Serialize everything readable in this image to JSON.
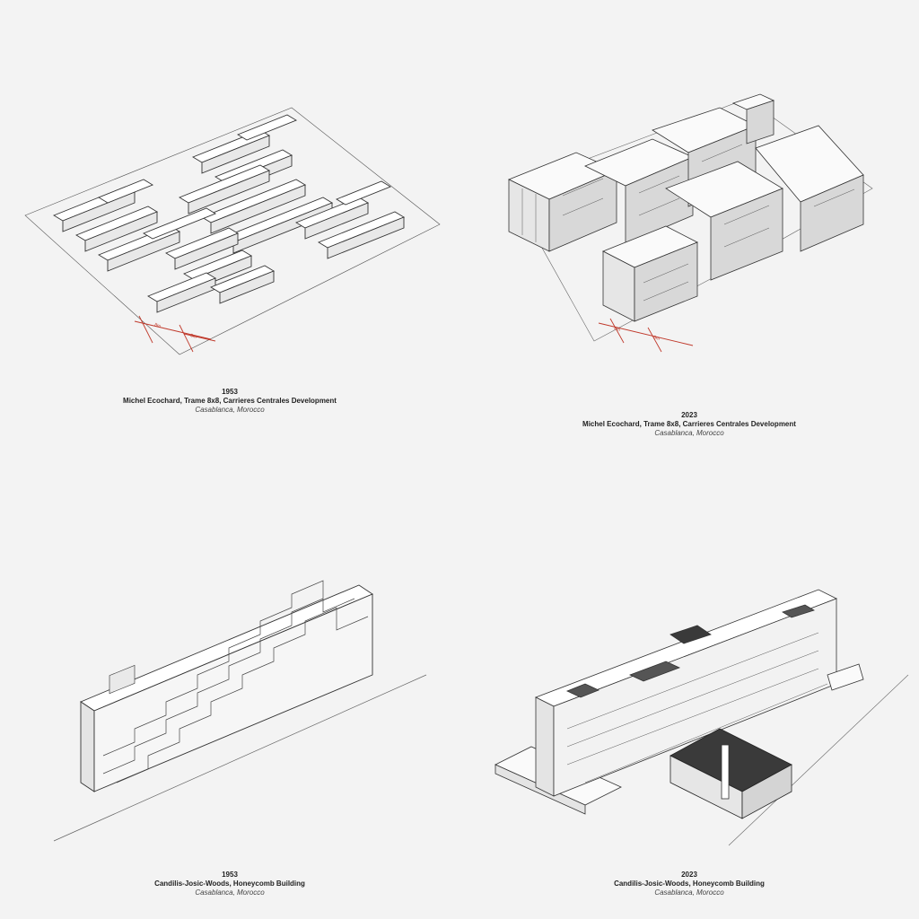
{
  "panels": [
    {
      "year": "1953",
      "title": "Michel Ecochard, Trame 8x8, Carrieres Centrales Development",
      "place": "Casablanca, Morocco",
      "dims": [
        "8m",
        "8m"
      ]
    },
    {
      "year": "2023",
      "title": "Michel Ecochard, Trame 8x8, Carrieres Centrales Development",
      "place": "Casablanca, Morocco",
      "dims": [
        "8m",
        "8m"
      ]
    },
    {
      "year": "1953",
      "title": "Candilis-Josic-Woods, Honeycomb Building",
      "place": "Casablanca, Morocco"
    },
    {
      "year": "2023",
      "title": "Candilis-Josic-Woods, Honeycomb Building",
      "place": "Casablanca, Morocco"
    }
  ],
  "colors": {
    "background": "#f3f3f3",
    "ink": "#222222",
    "dimension_red": "#c0392b",
    "roof_dark": "#3a3a3a"
  }
}
